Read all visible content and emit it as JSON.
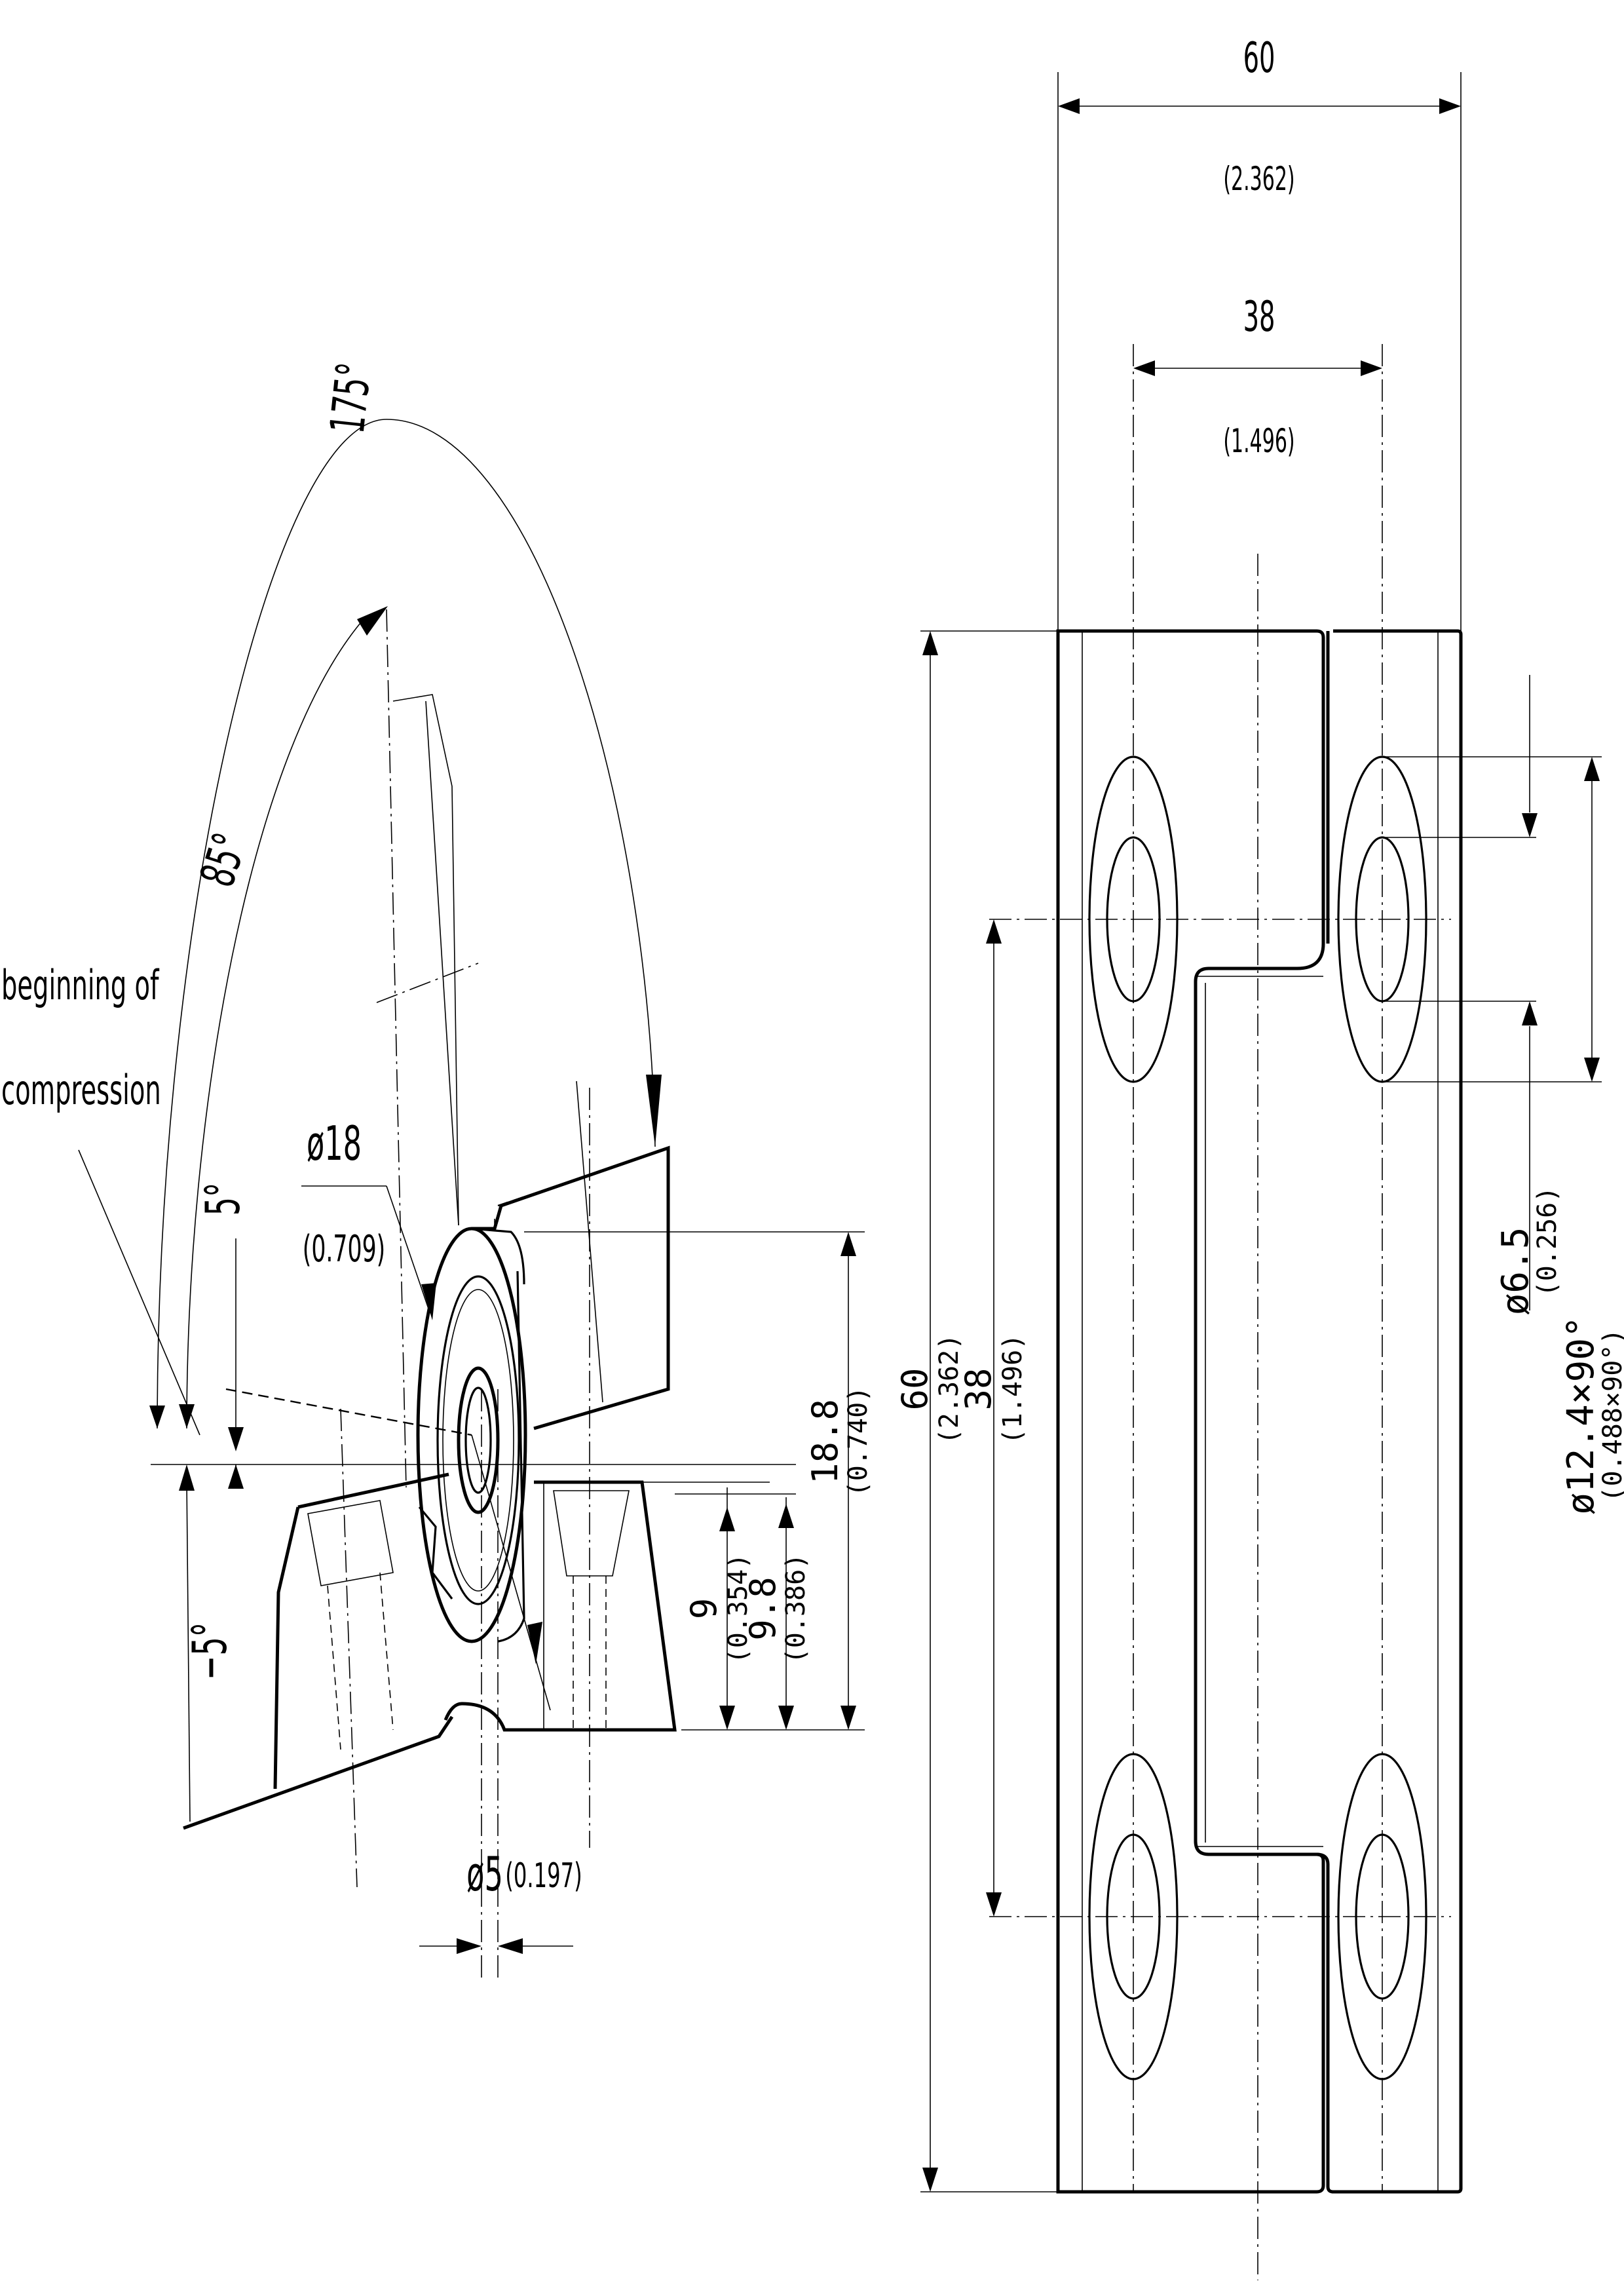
{
  "front_view": {
    "width_overall": {
      "value": "60",
      "inch": "(2.362)"
    },
    "hole_spacing": {
      "value": "38",
      "inch": "(1.496)"
    },
    "height_overall": {
      "value": "60",
      "inch": "(2.362)"
    },
    "hole_spacing_vertical": {
      "value": "38",
      "inch": "(1.496)"
    },
    "hole_diameter": {
      "value": "ø6.5",
      "inch": "(0.256)"
    },
    "countersink": {
      "value": "ø12.4×90°",
      "inch": "(0.488×90°)"
    }
  },
  "side_view": {
    "angle_total": "175°",
    "angle_partial": "85°",
    "angle_plus": "5°",
    "angle_minus": "−5°",
    "annotation_line1": "beginning of",
    "annotation_line2": "compression",
    "barrel_diameter": {
      "value": "ø18",
      "inch": "(0.709)"
    },
    "pin_diameter": {
      "value": "ø5",
      "inch": "(0.197)"
    },
    "leaf_offset_9": {
      "value": "9",
      "inch": "(0.354)"
    },
    "leaf_offset_9_8": {
      "value": "9.8",
      "inch": "(0.386)"
    },
    "height_18_8": {
      "value": "18.8",
      "inch": "(0.740)"
    }
  }
}
